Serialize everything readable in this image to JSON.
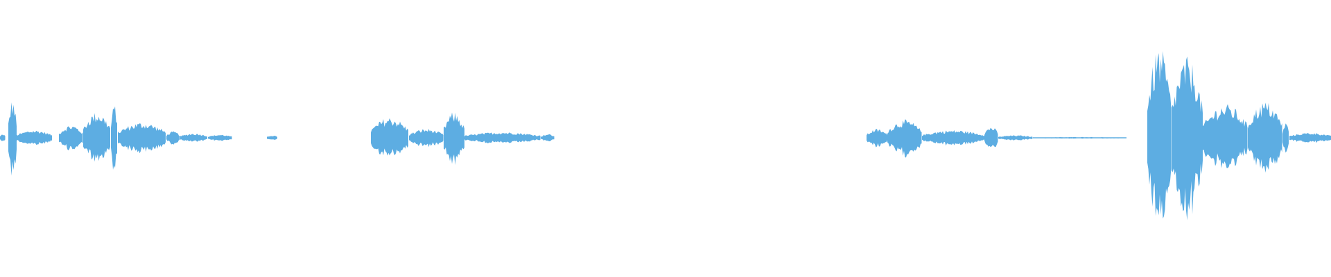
{
  "waveform": {
    "color": "#5dade2",
    "duration_units": 1920,
    "segments": [
      {
        "start": 0,
        "end": 8,
        "peak": 0.03
      },
      {
        "start": 12,
        "end": 24,
        "peak": 0.3
      },
      {
        "start": 24,
        "end": 75,
        "peak": 0.06
      },
      {
        "start": 85,
        "end": 120,
        "peak": 0.1
      },
      {
        "start": 120,
        "end": 160,
        "peak": 0.2
      },
      {
        "start": 160,
        "end": 170,
        "peak": 0.26
      },
      {
        "start": 170,
        "end": 240,
        "peak": 0.12
      },
      {
        "start": 240,
        "end": 260,
        "peak": 0.05
      },
      {
        "start": 260,
        "end": 300,
        "peak": 0.035
      },
      {
        "start": 300,
        "end": 335,
        "peak": 0.025
      },
      {
        "start": 385,
        "end": 400,
        "peak": 0.02
      },
      {
        "start": 535,
        "end": 590,
        "peak": 0.16
      },
      {
        "start": 590,
        "end": 640,
        "peak": 0.07
      },
      {
        "start": 640,
        "end": 670,
        "peak": 0.2
      },
      {
        "start": 670,
        "end": 780,
        "peak": 0.045
      },
      {
        "start": 780,
        "end": 800,
        "peak": 0.03
      },
      {
        "start": 1250,
        "end": 1280,
        "peak": 0.07
      },
      {
        "start": 1280,
        "end": 1330,
        "peak": 0.14
      },
      {
        "start": 1330,
        "end": 1420,
        "peak": 0.06
      },
      {
        "start": 1420,
        "end": 1440,
        "peak": 0.09
      },
      {
        "start": 1440,
        "end": 1490,
        "peak": 0.02
      },
      {
        "start": 1490,
        "end": 1625,
        "peak": 0.006
      },
      {
        "start": 1655,
        "end": 1690,
        "peak": 0.7
      },
      {
        "start": 1690,
        "end": 1735,
        "peak": 0.62
      },
      {
        "start": 1735,
        "end": 1800,
        "peak": 0.26
      },
      {
        "start": 1800,
        "end": 1850,
        "peak": 0.28
      },
      {
        "start": 1850,
        "end": 1860,
        "peak": 0.12
      },
      {
        "start": 1860,
        "end": 1920,
        "peak": 0.04
      }
    ]
  }
}
